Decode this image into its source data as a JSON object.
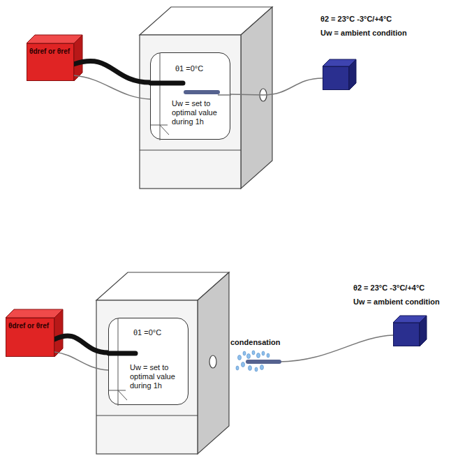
{
  "diagram": {
    "nodes": [
      {
        "text": [
          "θdref or θref"
        ]
      },
      {
        "text": [
          "θ1 =0°C",
          "Uw = set to optimal value during 1h"
        ]
      },
      {
        "text": [
          "θ2 = 23°C -3°C/+4°C",
          "Uw = ambient condition"
        ]
      },
      {
        "text": [
          "θdref or θref"
        ]
      },
      {
        "text": [
          "θ1 =0°C",
          "Uw = set to optimal value during 1h"
        ]
      },
      {
        "text": [
          "θ2 = 23°C -3°C/+4°C",
          "Uw = ambient condition"
        ]
      }
    ],
    "edges": [
      {
        "from": 0,
        "to": 1,
        "arrow": "none"
      },
      {
        "from": 1,
        "to": 2,
        "arrow": "none"
      },
      {
        "from": 3,
        "to": 4,
        "arrow": "none"
      }
    ],
    "labels": [
      "condensation"
    ]
  }
}
